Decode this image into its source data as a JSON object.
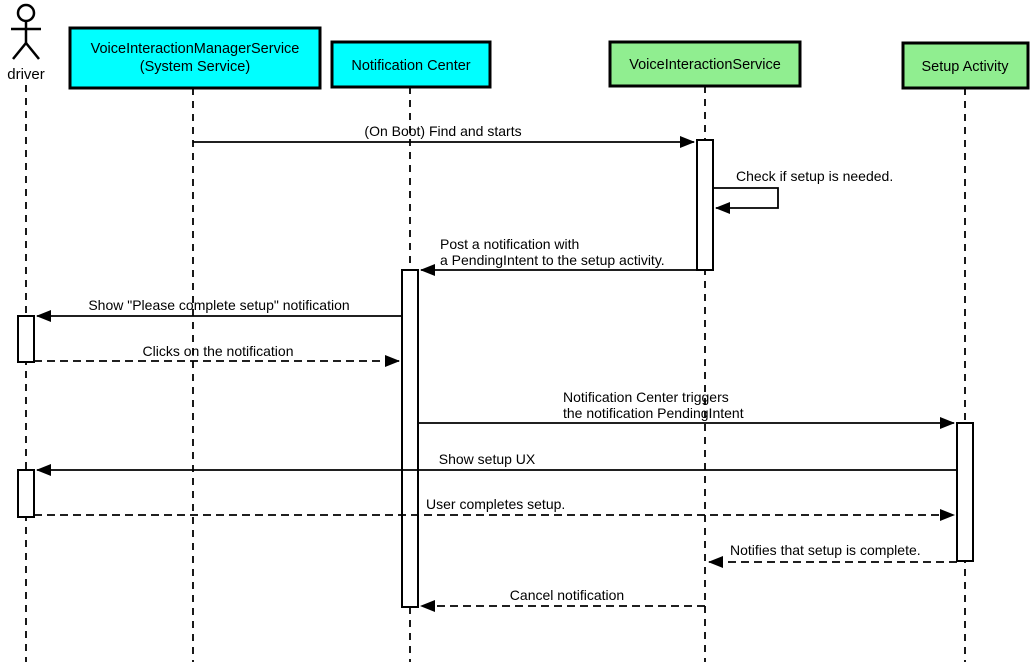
{
  "diagram": {
    "type": "uml-sequence-diagram",
    "background": "#ffffff"
  },
  "colors": {
    "system_participant_fill": "#00FFFF",
    "service_participant_fill": "#90EE90",
    "stroke": "#000000",
    "text": "#000000"
  },
  "actor": {
    "label": "driver"
  },
  "participants": [
    {
      "label": "VoiceInteractionManagerService",
      "sublabel": "(System Service)",
      "kind": "system"
    },
    {
      "label": "Notification Center",
      "kind": "system"
    },
    {
      "label": "VoiceInteractionService",
      "kind": "service"
    },
    {
      "label": "Setup Activity",
      "kind": "service"
    }
  ],
  "messages": [
    {
      "label": "(On Boot) Find and starts",
      "from": "VoiceInteractionManagerService (System Service)",
      "to": "VoiceInteractionService",
      "line": "solid"
    },
    {
      "label": "Check if setup is needed.",
      "from": "VoiceInteractionService",
      "to": "VoiceInteractionService",
      "line": "solid",
      "kind": "self-message"
    },
    {
      "label_line1": "Post a notification with",
      "label_line2": "a PendingIntent to the setup activity.",
      "from": "VoiceInteractionService",
      "to": "Notification Center",
      "line": "solid"
    },
    {
      "label": "Show \"Please complete setup\" notification",
      "from": "Notification Center",
      "to": "driver",
      "line": "solid"
    },
    {
      "label": "Clicks on the notification",
      "from": "driver",
      "to": "Notification Center",
      "line": "dashed"
    },
    {
      "label_line1": "Notification Center triggers",
      "label_line2": "the notification PendingIntent",
      "from": "Notification Center",
      "to": "Setup Activity",
      "line": "solid"
    },
    {
      "label": "Show setup UX",
      "from": "Setup Activity",
      "to": "driver",
      "line": "solid"
    },
    {
      "label": "User completes setup.",
      "from": "driver",
      "to": "Setup Activity",
      "line": "dashed"
    },
    {
      "label": "Notifies that setup is complete.",
      "from": "Setup Activity",
      "to": "VoiceInteractionService",
      "line": "dashed"
    },
    {
      "label": "Cancel notification",
      "from": "VoiceInteractionService",
      "to": "Notification Center",
      "line": "dashed"
    }
  ]
}
